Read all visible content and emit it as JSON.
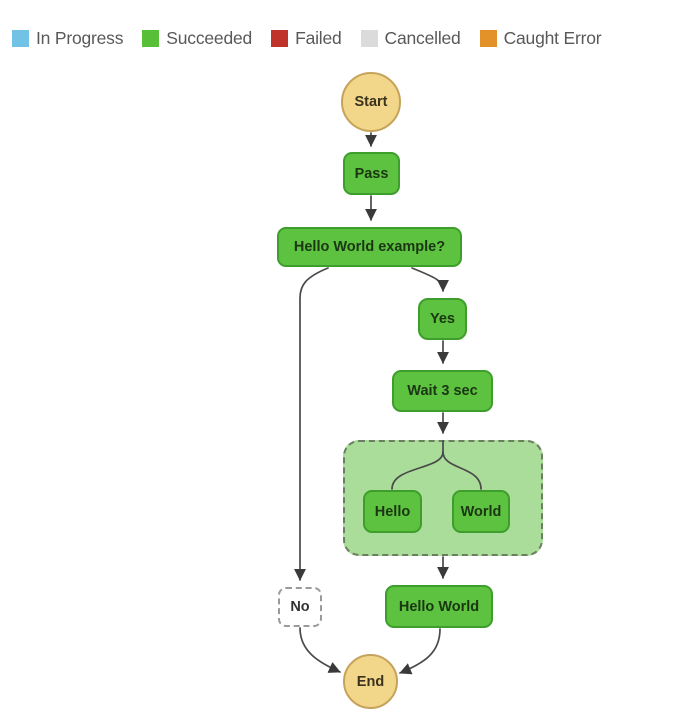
{
  "legend": {
    "items": [
      {
        "label": "In Progress",
        "color": "#72C2E5"
      },
      {
        "label": "Succeeded",
        "color": "#57C038"
      },
      {
        "label": "Failed",
        "color": "#C0332B"
      },
      {
        "label": "Cancelled",
        "color": "#DBDBDB"
      },
      {
        "label": "Caught Error",
        "color": "#E39229"
      }
    ]
  },
  "diagram": {
    "nodes": {
      "start": {
        "label": "Start"
      },
      "pass": {
        "label": "Pass"
      },
      "choice": {
        "label": "Hello World example?"
      },
      "yes": {
        "label": "Yes"
      },
      "wait": {
        "label": "Wait 3 sec"
      },
      "hello": {
        "label": "Hello"
      },
      "world": {
        "label": "World"
      },
      "no": {
        "label": "No"
      },
      "hello_world": {
        "label": "Hello World"
      },
      "end": {
        "label": "End"
      }
    },
    "colors": {
      "succeeded_fill": "#5CC23F",
      "succeeded_border": "#3E9E2B",
      "start_end_fill": "#F2D78A",
      "start_end_border": "#C5A35B",
      "parallel_fill": "#A9DD99",
      "parallel_border": "#6B7F60",
      "not_run_fill": "#FFFFFF",
      "not_run_border": "#9A9A9A",
      "edge": "#4A4A4A"
    }
  }
}
